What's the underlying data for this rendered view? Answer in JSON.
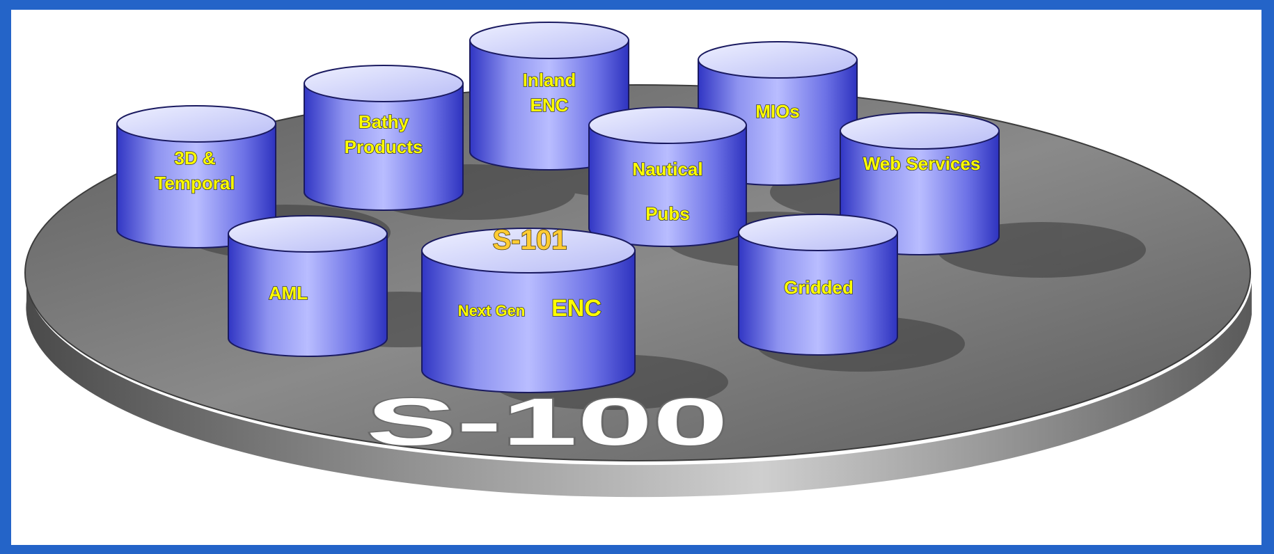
{
  "platform": {
    "label": "S-100"
  },
  "cylinders": {
    "inland_enc": {
      "line1": "Inland",
      "line2": "ENC"
    },
    "mios": {
      "line1": "MIOs"
    },
    "bathy": {
      "line1": "Bathy",
      "line2": "Products"
    },
    "temporal_3d": {
      "line1": "3D &",
      "line2": "Temporal"
    },
    "nautical_pubs": {
      "line1": "Nautical",
      "line2": "Pubs"
    },
    "web_services": {
      "line1": "Web Services"
    },
    "aml": {
      "line1": "AML"
    },
    "next_gen_enc": {
      "top_label": "S-101",
      "line1_small": "Next Gen",
      "line1_big": "ENC"
    },
    "gridded": {
      "line1": "Gridded"
    }
  },
  "colors": {
    "frame_blue": "#2464c8",
    "cylinder_light": "#d8dcff",
    "cylinder_dark": "#3a3fd0",
    "label_yellow": "#ffff00",
    "s101_orange": "#ffcc33",
    "platform_gray": "#6e6e6e"
  }
}
